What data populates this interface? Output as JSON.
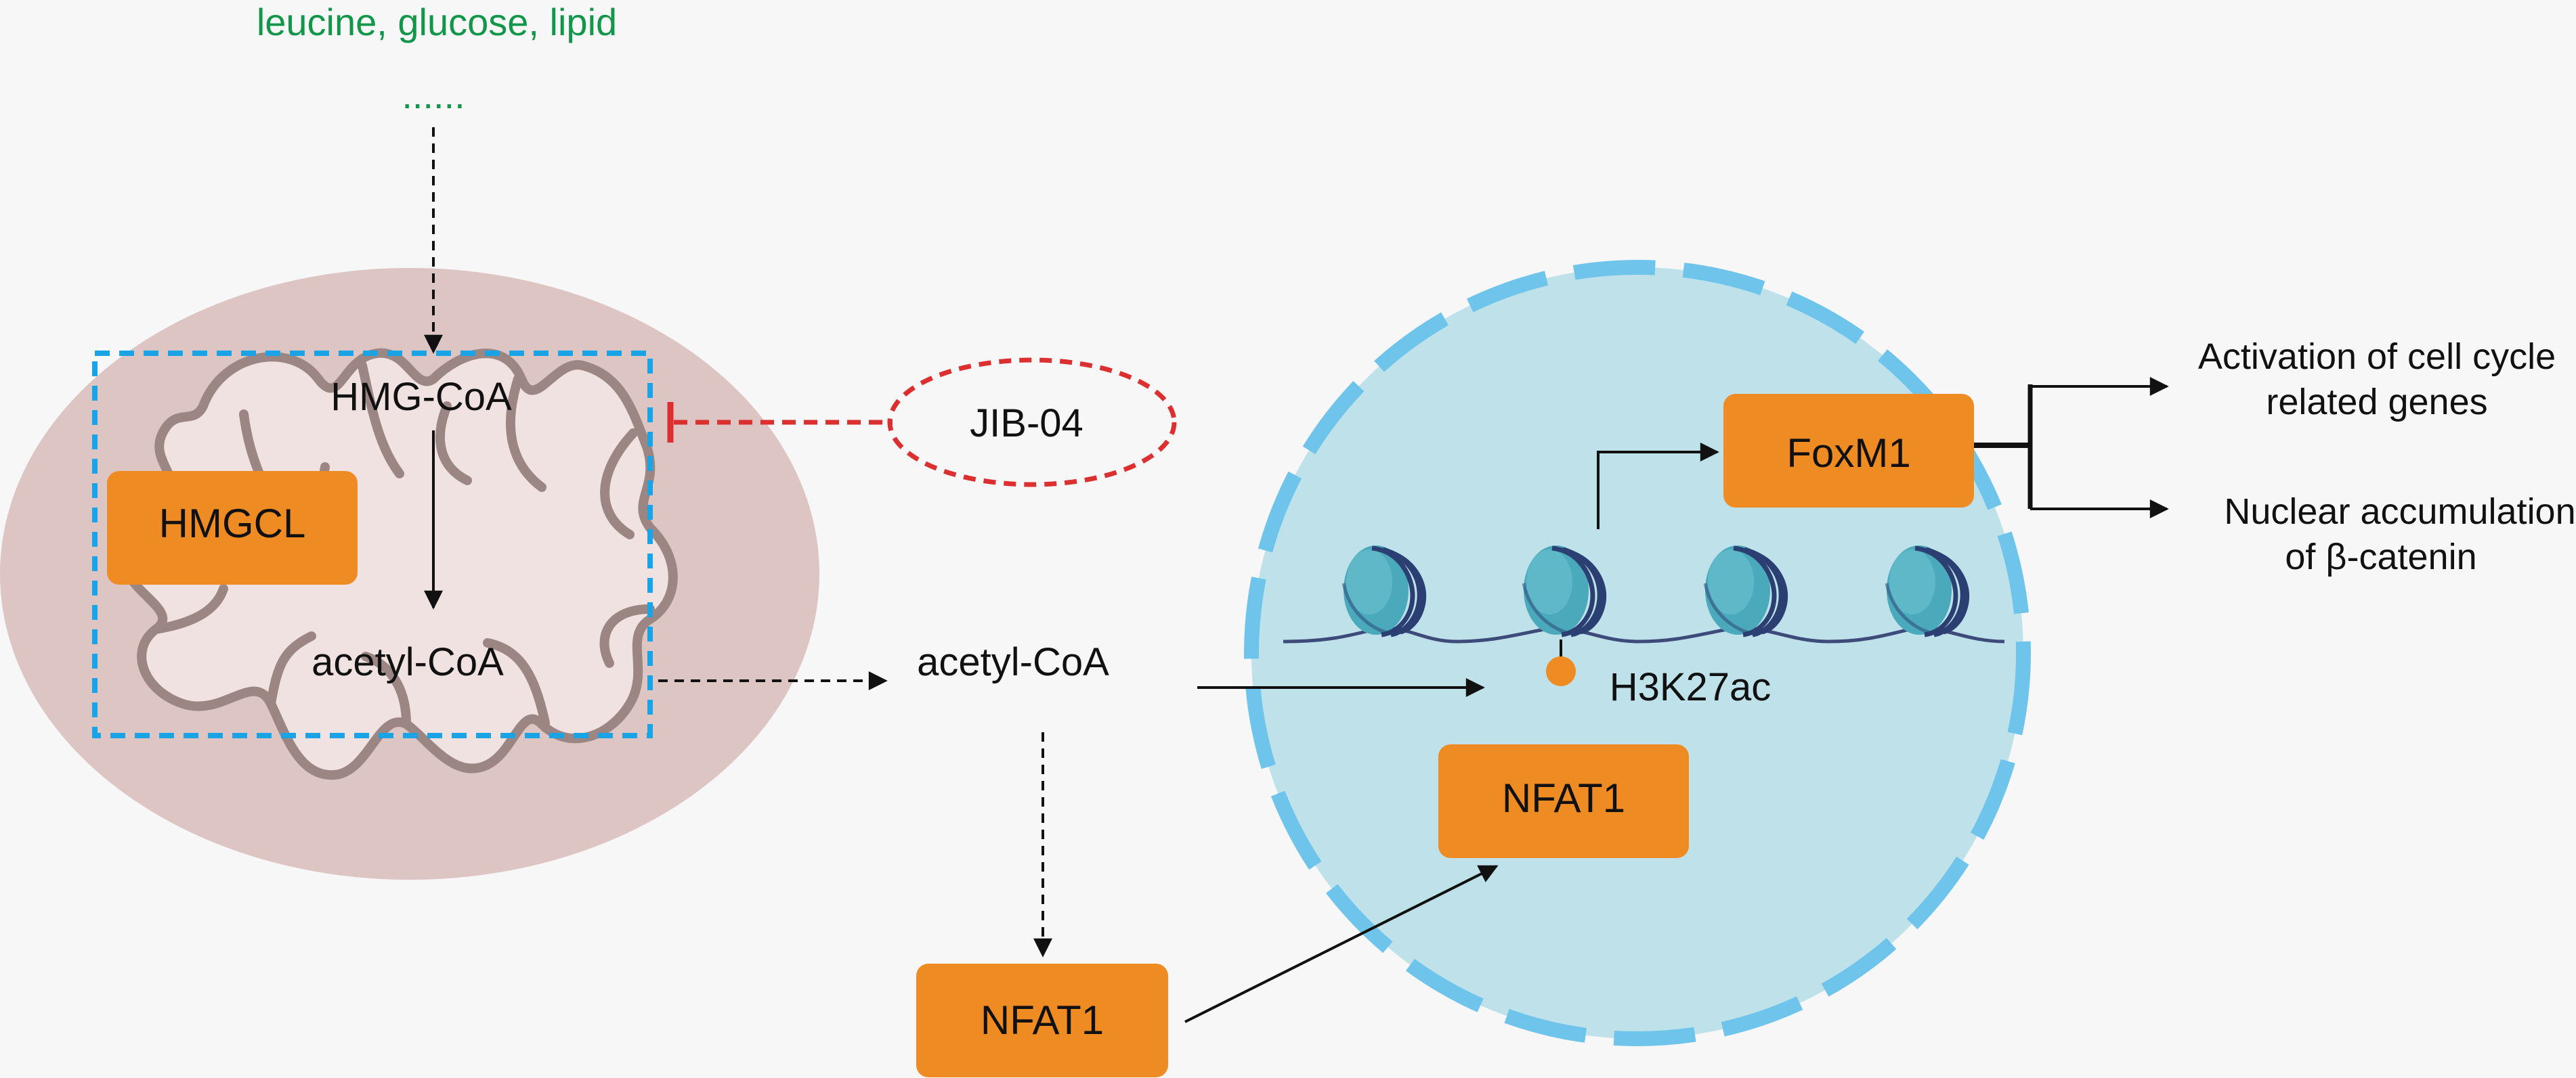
{
  "inputs": {
    "metabolites": "leucine, glucose, lipid",
    "ellipsis": "......"
  },
  "mitochondrion": {
    "hmg_coa": "HMG-CoA",
    "hmgcl": "HMGCL",
    "acetyl_coa_inside": "acetyl-CoA"
  },
  "inhibitor": {
    "label": "JIB-04"
  },
  "cytoplasm": {
    "acetyl_coa": "acetyl-CoA",
    "nfat1": "NFAT1"
  },
  "nucleus": {
    "foxm1": "FoxM1",
    "h3k27ac": "H3K27ac",
    "nfat1": "NFAT1"
  },
  "outcomes": {
    "first_line1": "Activation of cell cycle",
    "first_line2": "related genes",
    "second_line1": "Nuclear accumulation",
    "second_line2": "of β-catenin"
  },
  "colors": {
    "background": "#f7f7f7",
    "mito_outer": "#dcc5c3",
    "mito_inner": "#efe2e1",
    "mito_membrane": "#9b8683",
    "blue_dashed": "#1aa4e6",
    "red_inhibit": "#dc2f2f",
    "orange_box": "#ef8b23",
    "nucleus_fill": "#bfe2ea",
    "nucleus_border": "#6ec4ea",
    "nucleosome": "#4aa9bb",
    "nucleosome_band": "#2c3f73",
    "dna": "#3d4a7a",
    "text_green": "#12964a"
  },
  "icons": [
    "mitochondrion-icon",
    "nucleus-icon",
    "nucleosome-icon",
    "acetyl-mark-icon"
  ]
}
